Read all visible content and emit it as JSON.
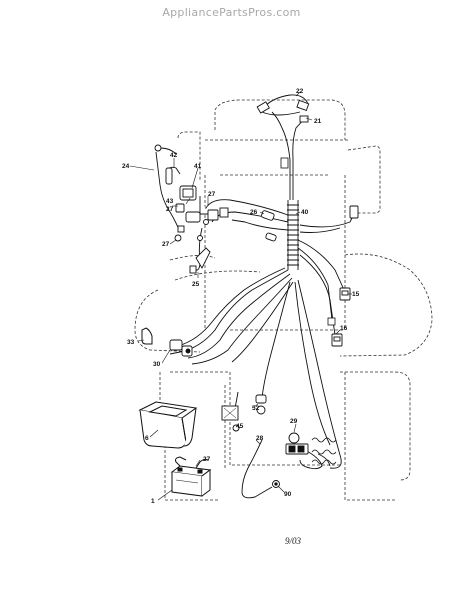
{
  "header": {
    "watermark": "AppliancePartsPros.com"
  },
  "footer": {
    "date": "9/03"
  },
  "callouts": {
    "c1": "1",
    "c6": "6",
    "c15": "15",
    "c16": "16",
    "c21": "21",
    "c22": "22",
    "c24": "24",
    "c25": "25",
    "c26": "26",
    "c27a": "27",
    "c27b": "27",
    "c27c": "27",
    "c27d": "27",
    "c28": "28",
    "c29": "29",
    "c30": "30",
    "c33": "33",
    "c40": "40",
    "c41": "41",
    "c42": "42",
    "c43": "43",
    "c45": "45",
    "c52": "52",
    "c90": "90"
  }
}
